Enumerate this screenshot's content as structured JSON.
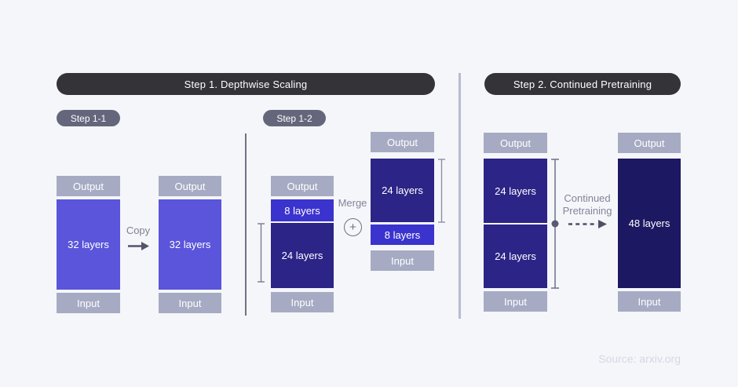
{
  "headers": {
    "step1": "Step 1. Depthwise Scaling",
    "step2": "Step 2. Continued Pretraining"
  },
  "subpills": {
    "step11": "Step 1-1",
    "step12": "Step 1-2"
  },
  "labels": {
    "output": "Output",
    "input": "Input"
  },
  "layers": {
    "l32": "32 layers",
    "l24": "24 layers",
    "l8": "8 layers",
    "l48": "48 layers"
  },
  "annotations": {
    "copy": "Copy",
    "merge": "Merge",
    "continued": "Continued Pretraining",
    "source": "Source: arxiv.org"
  },
  "icons": {
    "merge_plus": "+"
  },
  "colors": {
    "background": "#f5f6f9",
    "header_pill": "#333338",
    "sub_pill": "#64677c",
    "io_box": "#a6abc3",
    "layers_32": "#5a55da",
    "layers_8": "#3b33cd",
    "layers_24": "#2c2486",
    "layers_48": "#1d1862",
    "annotation_text": "#81859b",
    "arrow": "#51556b",
    "bracket": "#787c92",
    "divider_thin": "#6e7183",
    "divider_thick": "#b7bbce",
    "source_text": "#d5d8e4"
  }
}
